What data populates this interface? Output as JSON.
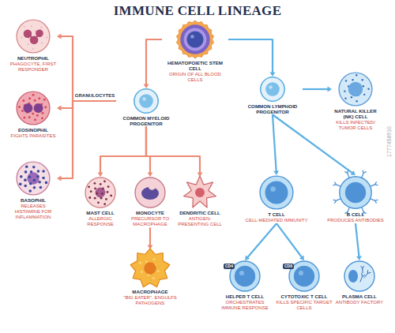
{
  "diagram": {
    "title": "IMMUNE CELL LINEAGE",
    "nodes": [
      {
        "text": [
          "NEUTROPHIL",
          "PHAGOCYTE, FIRST RESPONDER"
        ]
      },
      {
        "text": [
          "HEMATOPOIETIC STEM CELL",
          "ORIGIN OF ALL BLOOD CELLS"
        ]
      },
      {
        "text": [
          "EOSINOPHIL",
          "FIGHTS PARASITES"
        ]
      },
      {
        "text": [
          "COMMON MYELOID PROGENITOR"
        ]
      },
      {
        "text": [
          "COMMON LYMPHOID PROGENITOR"
        ]
      },
      {
        "text": [
          "NATURAL KILLER (NK) CELL",
          "KILLS INFECTED/ TUMOR CELLS"
        ]
      },
      {
        "text": [
          "BASOPHIL",
          "RELEASES HISTAMINE FOR INFLAMMATION"
        ]
      },
      {
        "text": [
          "MAST CELL",
          "ALLERGIC RESPONSE"
        ]
      },
      {
        "text": [
          "MONOCYTE",
          "PRECURSOR TO MACROPHAGE"
        ]
      },
      {
        "text": [
          "DENDRITIC CELL",
          "ANTIGEN-PRESENTING CELL"
        ]
      },
      {
        "text": [
          "T CELL",
          "CELL-MEDIATED IMMUNITY"
        ]
      },
      {
        "text": [
          "B CELL",
          "PRODUCES ANTIBODIES"
        ]
      },
      {
        "text": [
          "MACROPHAGE",
          "\"BIG EATER\", ENGULFS PATHOGENS"
        ]
      },
      {
        "text": [
          "HELPER T CELL",
          "ORCHESTRATES IMMUNE RESPONSE"
        ]
      },
      {
        "text": [
          "CD4"
        ],
        "in": 13
      },
      {
        "text": [
          "CYTOTOXIC T CELL",
          "KILLS SPECIFIC TARGET CELLS"
        ]
      },
      {
        "text": [
          "CD8"
        ],
        "in": 15
      },
      {
        "text": [
          "PLASMA CELL",
          "ANTIBODY FACTORY"
        ]
      }
    ],
    "edges": [
      {
        "from": 1,
        "to": 3,
        "arrow": "to"
      },
      {
        "from": 1,
        "to": 4,
        "arrow": "to"
      },
      {
        "from": 3,
        "to": 0,
        "arrow": "to"
      },
      {
        "from": 3,
        "to": 2,
        "label": "GRANULOCYTES",
        "arrow": "to"
      },
      {
        "from": 3,
        "to": 6,
        "arrow": "to"
      },
      {
        "from": 3,
        "to": 7,
        "arrow": "to"
      },
      {
        "from": 3,
        "to": 8,
        "arrow": "to"
      },
      {
        "from": 3,
        "to": 9,
        "arrow": "to"
      },
      {
        "from": 4,
        "to": 5,
        "arrow": "to"
      },
      {
        "from": 4,
        "to": 10,
        "arrow": "to"
      },
      {
        "from": 4,
        "to": 11,
        "arrow": "to"
      },
      {
        "from": 8,
        "to": 12,
        "arrow": "to"
      },
      {
        "from": 10,
        "to": 13,
        "arrow": "to"
      },
      {
        "from": 10,
        "to": 15,
        "arrow": "to"
      },
      {
        "from": 11,
        "to": 17,
        "arrow": "to"
      }
    ],
    "labels": [
      "1777458910"
    ]
  }
}
